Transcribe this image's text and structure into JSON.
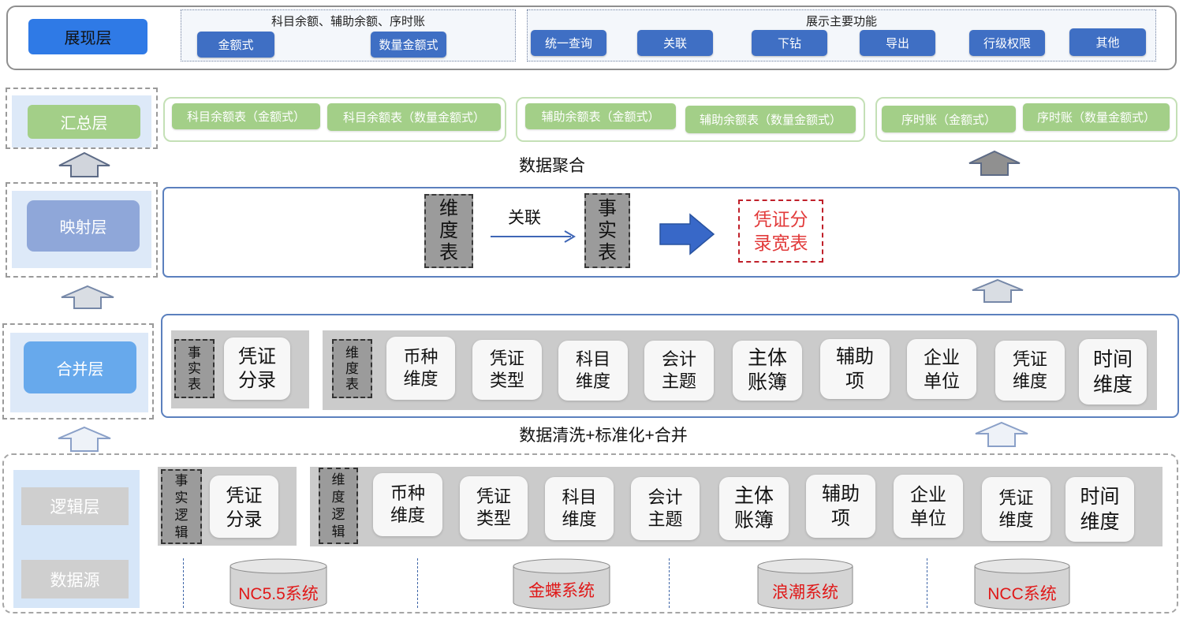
{
  "presentation_layer": {
    "label": "展现层",
    "balance_group": {
      "title": "科目余额、辅助余额、序时账",
      "buttons": [
        "金额式",
        "数量金额式"
      ]
    },
    "function_group": {
      "title": "展示主要功能",
      "buttons": [
        "统一查询",
        "关联",
        "下钻",
        "导出",
        "行级权限",
        "其他"
      ]
    }
  },
  "summary_layer": {
    "label": "汇总层",
    "groups": [
      [
        "科目余额表（金额式）",
        "科目余额表（数量金额式）"
      ],
      [
        "辅助余额表（金额式）",
        "辅助余额表（数量金额式）"
      ],
      [
        "序时账（金额式）",
        "序时账（数量金额式）"
      ]
    ]
  },
  "aggregation_caption": "数据聚合",
  "mapping_layer": {
    "label": "映射层",
    "dimension_table": [
      "维",
      "度",
      "表"
    ],
    "relation_label": "关联",
    "fact_table": [
      "事",
      "实",
      "表"
    ],
    "result_table": [
      "凭证分",
      "录宽表"
    ]
  },
  "merge_layer": {
    "label": "合并层",
    "fact_table": [
      "事",
      "实",
      "表"
    ],
    "fact_card": [
      "凭证",
      "分录"
    ],
    "dimension_table": [
      "维",
      "度",
      "表"
    ],
    "dimension_cards": [
      [
        "币种",
        "维度"
      ],
      [
        "凭证",
        "类型"
      ],
      [
        "科目",
        "维度"
      ],
      [
        "会计",
        "主题"
      ],
      [
        "主体",
        "账簿"
      ],
      [
        "辅助",
        "项"
      ],
      [
        "企业",
        "单位"
      ],
      [
        "凭证",
        "维度"
      ],
      [
        "时间",
        "维度"
      ]
    ]
  },
  "cleaning_caption": "数据清洗+标准化+合并",
  "logic_layer": {
    "label": "逻辑层",
    "source_label": "数据源",
    "fact_logic": [
      "事",
      "实",
      "逻",
      "辑"
    ],
    "fact_card": [
      "凭证",
      "分录"
    ],
    "dimension_logic": [
      "维",
      "度",
      "逻",
      "辑"
    ],
    "dimension_cards": [
      [
        "币种",
        "维度"
      ],
      [
        "凭证",
        "类型"
      ],
      [
        "科目",
        "维度"
      ],
      [
        "会计",
        "主题"
      ],
      [
        "主体",
        "账簿"
      ],
      [
        "辅助",
        "项"
      ],
      [
        "企业",
        "单位"
      ],
      [
        "凭证",
        "维度"
      ],
      [
        "时间",
        "维度"
      ]
    ]
  },
  "data_sources": [
    "NC5.5系统",
    "金蝶系统",
    "浪潮系统",
    "NCC系统"
  ],
  "colors": {
    "presentation_blue": "#2f7ae6",
    "button_blue": "#3f6fc4",
    "summary_green": "#a3cf88",
    "frame_blue": "#5b80be",
    "result_red": "#e23b3b",
    "source_red": "#e01818"
  }
}
